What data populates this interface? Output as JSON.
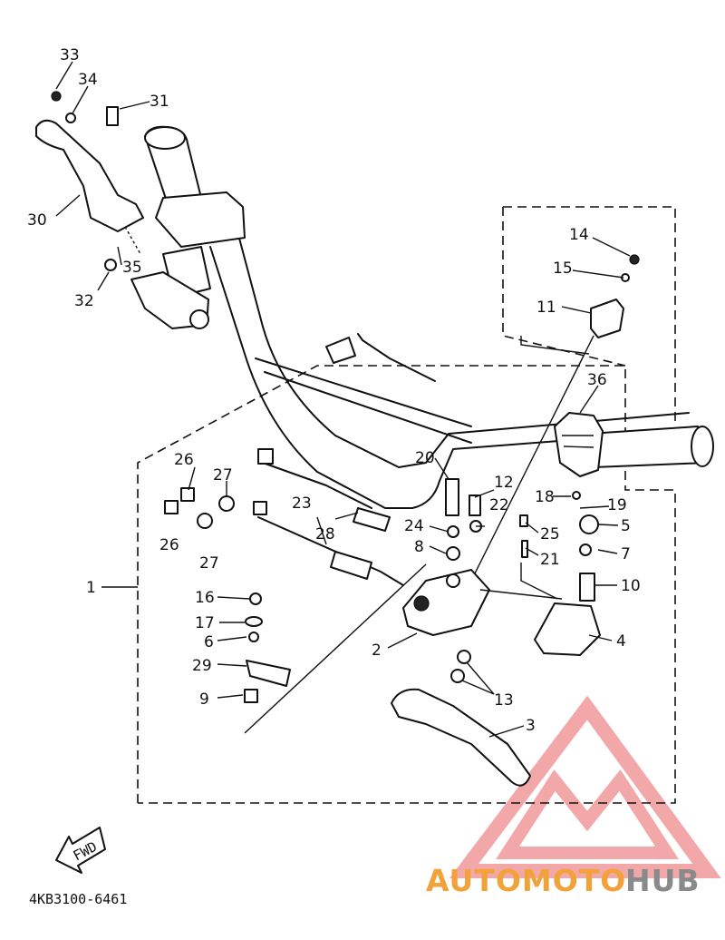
{
  "diagram": {
    "catalog_code": "4KB3100-6461",
    "fwd_label": "FWD",
    "watermark": {
      "brand_a": "AUTOMOTO",
      "brand_b": "HUB",
      "color_a": "#f2a23a",
      "color_b": "#8a8a8a",
      "triangle_color": "#ee8c8c"
    },
    "callouts": [
      "1",
      "2",
      "3",
      "4",
      "5",
      "6",
      "7",
      "8",
      "9",
      "10",
      "11",
      "12",
      "13",
      "14",
      "15",
      "16",
      "17",
      "18",
      "19",
      "20",
      "21",
      "22",
      "23",
      "24",
      "25",
      "26",
      "26",
      "27",
      "27",
      "28",
      "29",
      "30",
      "31",
      "32",
      "33",
      "34",
      "35",
      "36"
    ]
  }
}
